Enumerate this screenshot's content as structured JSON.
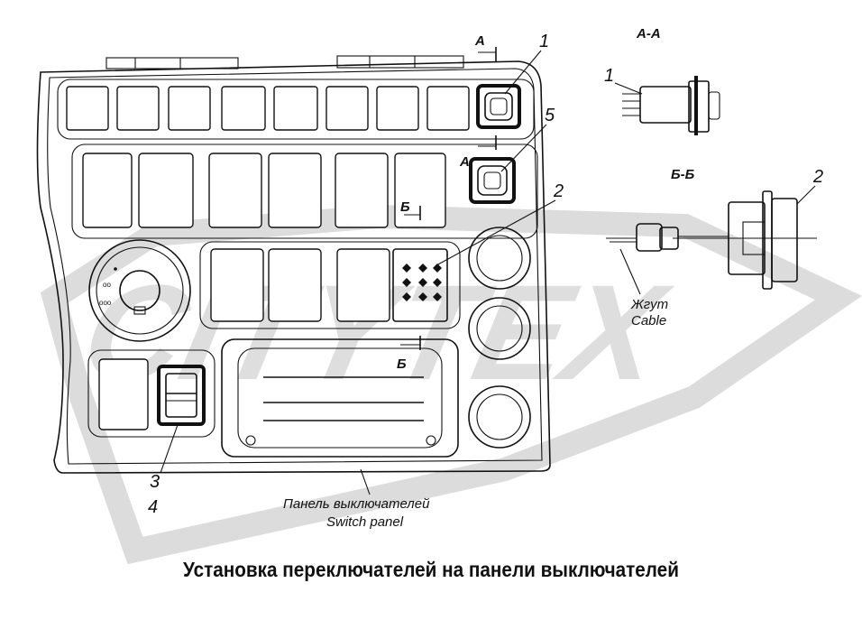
{
  "caption": "Установка переключателей на панели выключателей",
  "callouts": {
    "n1": "1",
    "n2": "2",
    "n3": "3",
    "n4": "4",
    "n5": "5",
    "n1_detail": "1",
    "n2_detail": "2"
  },
  "sections": {
    "a_mark": "А",
    "a_mark_2": "А",
    "b_mark": "Б",
    "b_mark_2": "Б",
    "aa_title": "А-А",
    "bb_title": "Б-Б"
  },
  "labels": {
    "cable_ru": "Жгут",
    "cable_en": "Cable",
    "panel_ru": "Панель выключателей",
    "panel_en": "Switch panel"
  },
  "watermark": "CITYTEX",
  "colors": {
    "line": "#111111",
    "watermark": "#d6d6d6",
    "background": "#ffffff"
  }
}
